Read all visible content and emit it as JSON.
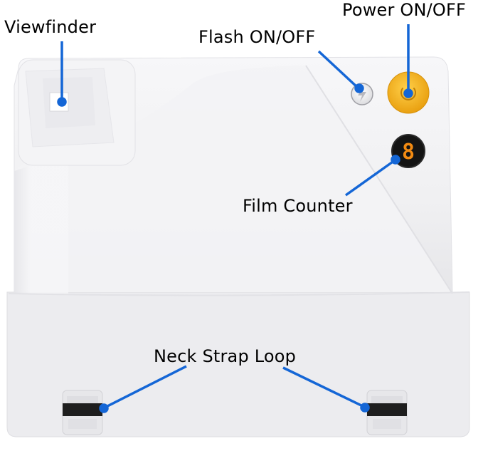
{
  "labels": {
    "viewfinder": "Viewfinder",
    "flash": "Flash ON/OFF",
    "power": "Power ON/OFF",
    "film_counter": "Film Counter",
    "neck_strap": "Neck Strap Loop"
  },
  "film_counter_display": "8",
  "colors": {
    "callout": "#1466d6",
    "body": "#f1f1f3",
    "power_button": "#f4b21a",
    "counter_digit": "#f28a12"
  }
}
